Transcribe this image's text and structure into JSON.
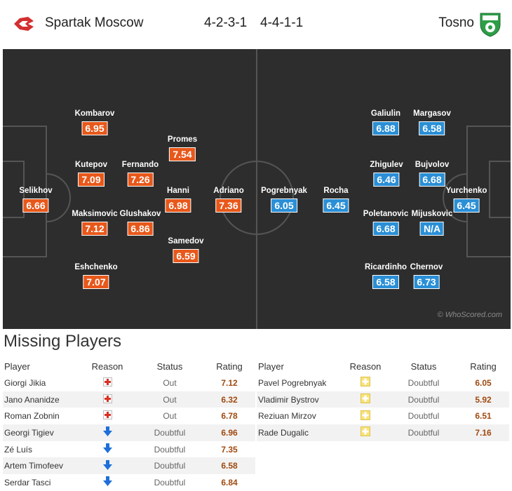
{
  "header": {
    "home_team": "Spartak Moscow",
    "away_team": "Tosno",
    "home_formation": "4-2-3-1",
    "away_formation": "4-4-1-1",
    "home_logo": "spartak-logo",
    "away_logo": "tosno-logo"
  },
  "pitch": {
    "watermark": "© WhoScored.com",
    "home_color": "#e8581a",
    "away_color": "#2a8fd6",
    "home_players": [
      {
        "name": "Selikhov",
        "rating": "6.66"
      },
      {
        "name": "Kombarov",
        "rating": "6.95"
      },
      {
        "name": "Kutepov",
        "rating": "7.09"
      },
      {
        "name": "Maksimovic",
        "rating": "7.12"
      },
      {
        "name": "Eshchenko",
        "rating": "7.07"
      },
      {
        "name": "Fernando",
        "rating": "7.26"
      },
      {
        "name": "Glushakov",
        "rating": "6.86"
      },
      {
        "name": "Promes",
        "rating": "7.54"
      },
      {
        "name": "Hanni",
        "rating": "6.98"
      },
      {
        "name": "Samedov",
        "rating": "6.59"
      },
      {
        "name": "Adriano",
        "rating": "7.36"
      }
    ],
    "away_players": [
      {
        "name": "Pogrebnyak",
        "rating": "6.05"
      },
      {
        "name": "Rocha",
        "rating": "6.45"
      },
      {
        "name": "Galiulin",
        "rating": "6.88"
      },
      {
        "name": "Zhigulev",
        "rating": "6.46"
      },
      {
        "name": "Poletanovic",
        "rating": "6.68"
      },
      {
        "name": "Ricardinho",
        "rating": "6.58"
      },
      {
        "name": "Margasov",
        "rating": "6.58"
      },
      {
        "name": "Bujvolov",
        "rating": "6.68"
      },
      {
        "name": "Mijuskovic",
        "rating": "N/A"
      },
      {
        "name": "Chernov",
        "rating": "6.73"
      },
      {
        "name": "Yurchenko",
        "rating": "6.45"
      }
    ]
  },
  "missing": {
    "title": "Missing Players",
    "headers": {
      "player": "Player",
      "reason": "Reason",
      "status": "Status",
      "rating": "Rating"
    },
    "home": [
      {
        "player": "Giorgi Jikia",
        "reason": "injury-icon",
        "status": "Out",
        "rating": "7.12"
      },
      {
        "player": "Jano Ananidze",
        "reason": "injury-icon",
        "status": "Out",
        "rating": "6.32"
      },
      {
        "player": "Roman Zobnin",
        "reason": "injury-icon",
        "status": "Out",
        "rating": "6.78"
      },
      {
        "player": "Georgi Tigiev",
        "reason": "arrow-down-icon",
        "status": "Doubtful",
        "rating": "6.96"
      },
      {
        "player": "Zé Luís",
        "reason": "arrow-down-icon",
        "status": "Doubtful",
        "rating": "7.35"
      },
      {
        "player": "Artem Timofeev",
        "reason": "arrow-down-icon",
        "status": "Doubtful",
        "rating": "6.58"
      },
      {
        "player": "Serdar Tasci",
        "reason": "arrow-down-icon",
        "status": "Doubtful",
        "rating": "6.84"
      }
    ],
    "away": [
      {
        "player": "Pavel Pogrebnyak",
        "reason": "doubtful-icon",
        "status": "Doubtful",
        "rating": "6.05"
      },
      {
        "player": "Vladimir Bystrov",
        "reason": "doubtful-icon",
        "status": "Doubtful",
        "rating": "5.92"
      },
      {
        "player": "Reziuan Mirzov",
        "reason": "doubtful-icon",
        "status": "Doubtful",
        "rating": "6.51"
      },
      {
        "player": "Rade Dugalic",
        "reason": "doubtful-icon",
        "status": "Doubtful",
        "rating": "7.16"
      }
    ]
  }
}
